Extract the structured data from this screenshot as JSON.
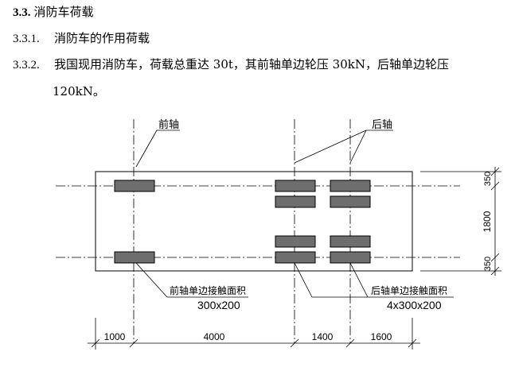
{
  "heading": {
    "number": "3.3.",
    "title": "消防车荷载"
  },
  "sub1": {
    "number": "3.3.1.",
    "text": "消防车的作用荷载"
  },
  "sub2": {
    "number": "3.3.2.",
    "text_line1": "我国现用消防车，荷载总重达 30t，其前轴单边轮压 30kN，后轴单边轮压",
    "text_line2": "120kN。"
  },
  "diagram": {
    "front_axle_label": "前轴",
    "rear_axle_label": "后轴",
    "front_area_label": "前轴单边接触面积",
    "front_area_value": "300x200",
    "rear_area_label": "后轴单边接触面积",
    "rear_area_value": "4x300x200",
    "dim_bottom": [
      "1000",
      "4000",
      "1400",
      "1600"
    ],
    "dim_right": [
      "350",
      "1800",
      "350"
    ]
  },
  "colors": {
    "wheel_fill": "#6e6e6e",
    "line": "#000000"
  }
}
